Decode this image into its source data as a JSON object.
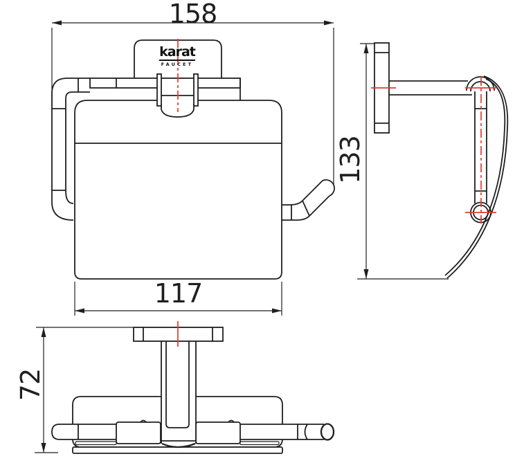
{
  "drawing": {
    "brand": {
      "name": "karat",
      "sub": "FAUCET"
    },
    "dimensions": {
      "overall_width": "158",
      "overall_height": "133",
      "body_width": "117",
      "overall_depth": "72"
    },
    "colors": {
      "line": "#1f1f1f",
      "centerline": "#e5392e",
      "background": "#ffffff"
    }
  }
}
